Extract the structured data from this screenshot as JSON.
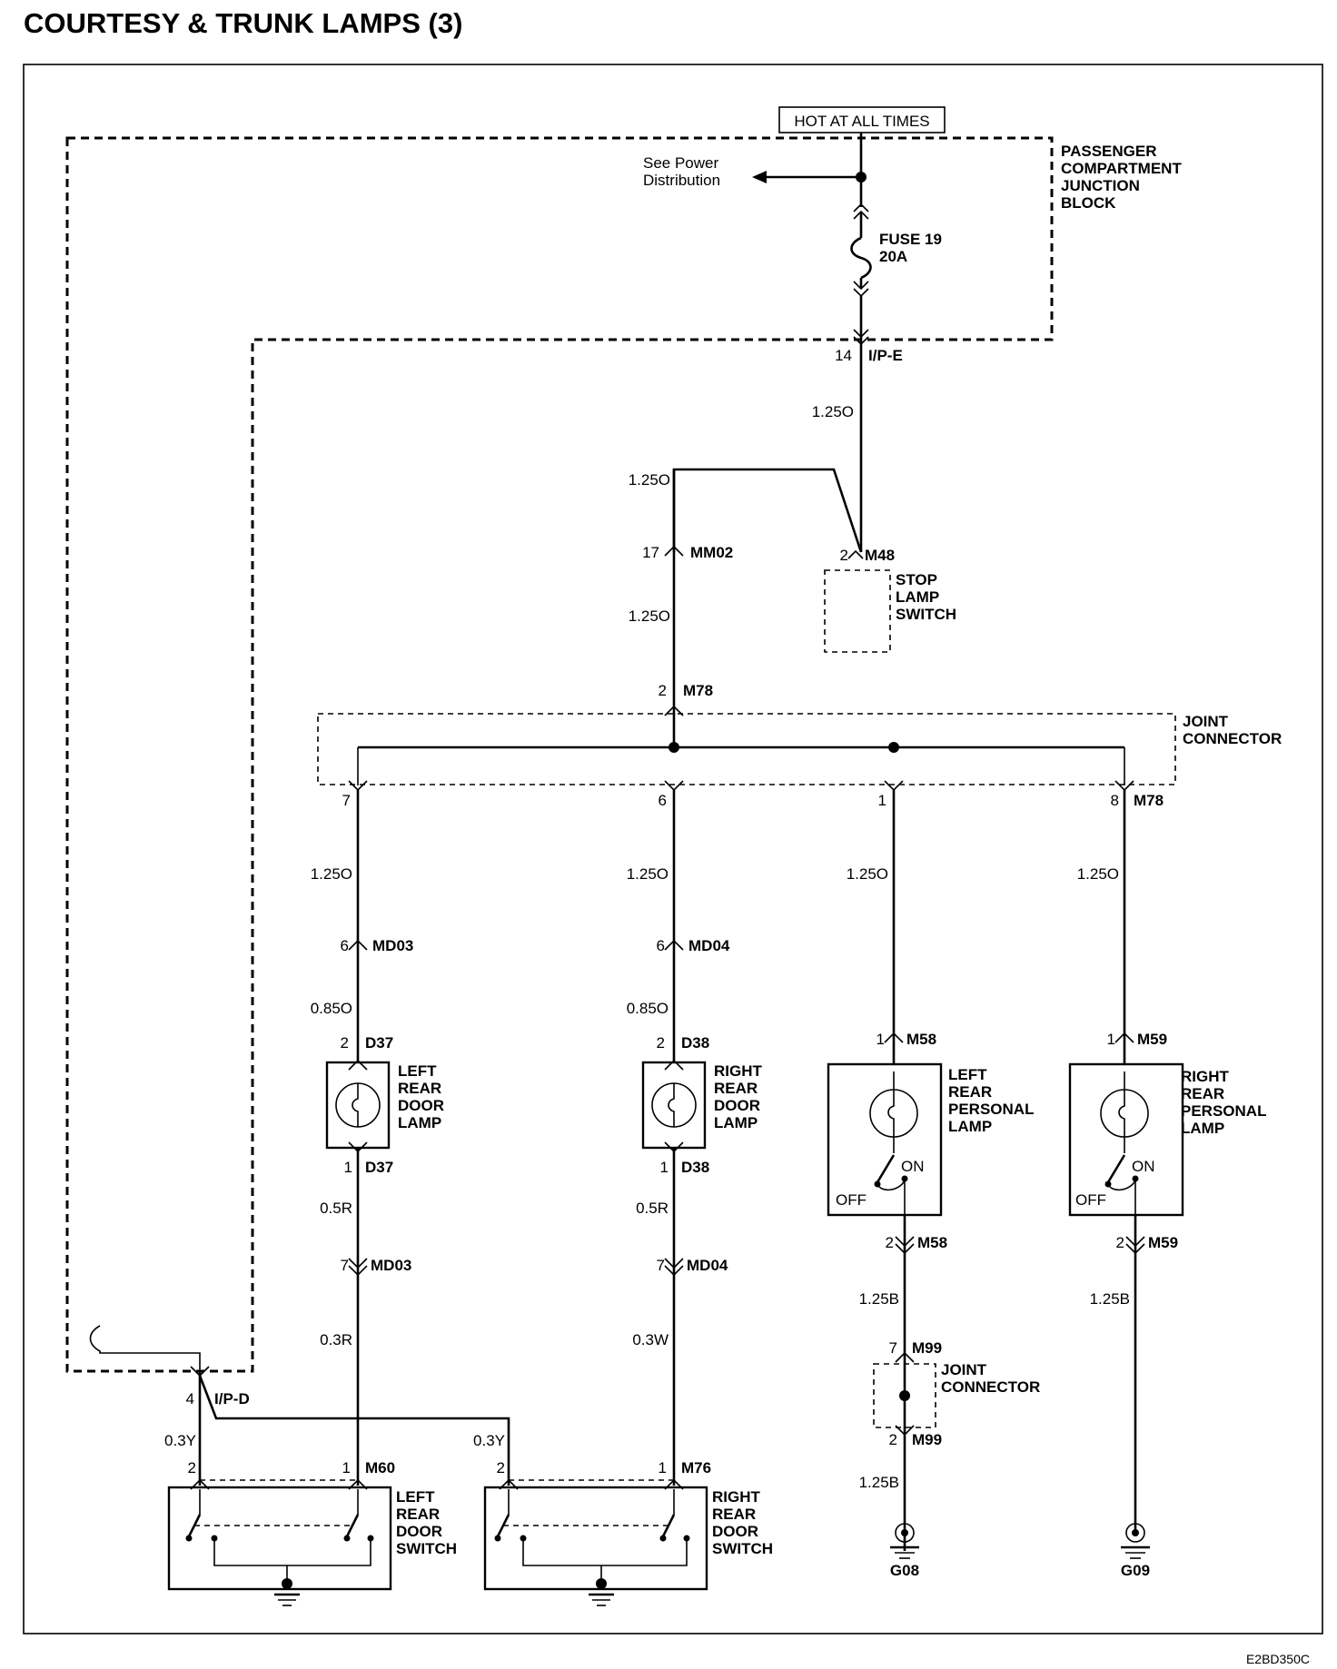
{
  "title": "COURTESY & TRUNK LAMPS (3)",
  "figure_code": "E2BD350C",
  "hot_label": "HOT AT ALL TIMES",
  "power_dist": {
    "line1": "See Power",
    "line2": "Distribution"
  },
  "junction_block": [
    "PASSENGER",
    "COMPARTMENT",
    "JUNCTION",
    "BLOCK"
  ],
  "fuse": {
    "name": "FUSE 19",
    "rating": "20A"
  },
  "connectors": {
    "ipe": {
      "pin": "14",
      "name": "I/P-E"
    },
    "mm02": {
      "pin": "17",
      "name": "MM02"
    },
    "m48": {
      "pin": "2",
      "name": "M48"
    },
    "m78_in": {
      "pin": "2",
      "name": "M78"
    },
    "m78_out": {
      "pin7": "7",
      "pin6": "6",
      "pin1": "1",
      "pin8": "8",
      "name": "M78"
    },
    "md03_top": {
      "pin": "6",
      "name": "MD03"
    },
    "md04_top": {
      "pin": "6",
      "name": "MD04"
    },
    "d37_top": {
      "pin": "2",
      "name": "D37"
    },
    "d38_top": {
      "pin": "2",
      "name": "D38"
    },
    "d37_bot": {
      "pin": "1",
      "name": "D37"
    },
    "d38_bot": {
      "pin": "1",
      "name": "D38"
    },
    "md03_bot": {
      "pin": "7",
      "name": "MD03"
    },
    "md04_bot": {
      "pin": "7",
      "name": "MD04"
    },
    "m58_top": {
      "pin": "1",
      "name": "M58"
    },
    "m59_top": {
      "pin": "1",
      "name": "M59"
    },
    "m58_bot": {
      "pin": "2",
      "name": "M58"
    },
    "m59_bot": {
      "pin": "2",
      "name": "M59"
    },
    "m99_top": {
      "pin": "7",
      "name": "M99"
    },
    "m99_bot": {
      "pin": "2",
      "name": "M99"
    },
    "ipd": {
      "pin": "4",
      "name": "I/P-D"
    },
    "m60": {
      "pin2": "2",
      "pin1": "1",
      "name": "M60"
    },
    "m76": {
      "pin2": "2",
      "pin1": "1",
      "name": "M76"
    }
  },
  "wires": {
    "w_ipe": "1.25O",
    "w_mm02_top": "1.25O",
    "w_mm02_bot": "1.25O",
    "w_a1": "1.25O",
    "w_b1": "1.25O",
    "w_c1": "1.25O",
    "w_d1": "1.25O",
    "w_a2": "0.85O",
    "w_b2": "0.85O",
    "w_a3": "0.5R",
    "w_b3": "0.5R",
    "w_a4": "0.3R",
    "w_b4": "0.3W",
    "w_y1": "0.3Y",
    "w_y2": "0.3Y",
    "w_c2": "1.25B",
    "w_c3": "1.25B",
    "w_d2": "1.25B"
  },
  "components": {
    "stop_lamp_switch": [
      "STOP",
      "LAMP",
      "SWITCH"
    ],
    "joint_connector": [
      "JOINT",
      "CONNECTOR"
    ],
    "joint_connector2": [
      "JOINT",
      "CONNECTOR"
    ],
    "left_rear_door_lamp": [
      "LEFT",
      "REAR",
      "DOOR",
      "LAMP"
    ],
    "right_rear_door_lamp": [
      "RIGHT",
      "REAR",
      "DOOR",
      "LAMP"
    ],
    "left_rear_personal_lamp": [
      "LEFT",
      "REAR",
      "PERSONAL",
      "LAMP"
    ],
    "right_rear_personal_lamp": [
      "RIGHT",
      "REAR",
      "PERSONAL",
      "LAMP"
    ],
    "left_rear_door_switch": [
      "LEFT",
      "REAR",
      "DOOR",
      "SWITCH"
    ],
    "right_rear_door_switch": [
      "RIGHT",
      "REAR",
      "DOOR",
      "SWITCH"
    ]
  },
  "switch_states": {
    "on": "ON",
    "off": "OFF"
  },
  "grounds": {
    "g08": "G08",
    "g09": "G09"
  }
}
